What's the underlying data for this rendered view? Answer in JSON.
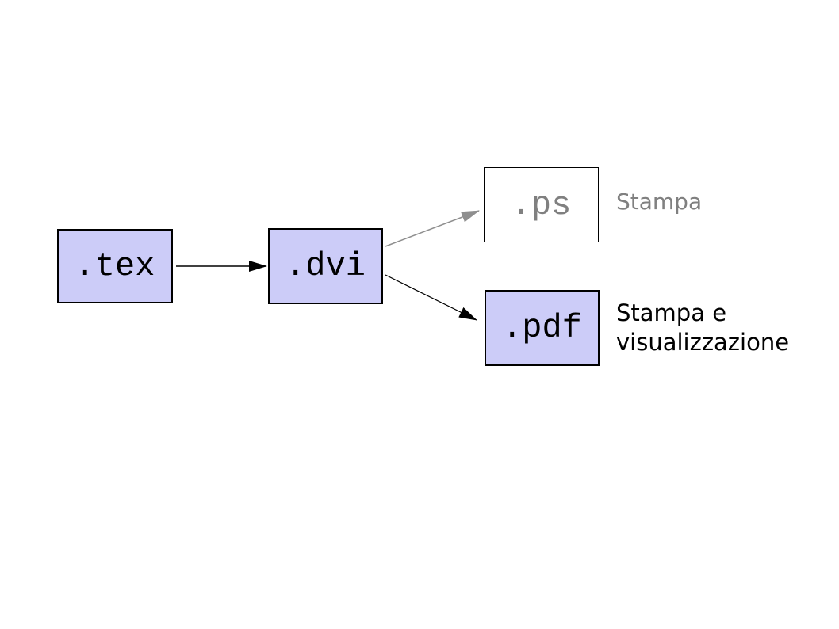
{
  "diagram": {
    "nodes": {
      "tex": {
        "label": ".tex"
      },
      "dvi": {
        "label": ".dvi"
      },
      "ps": {
        "label": ".ps"
      },
      "pdf": {
        "label": ".pdf"
      }
    },
    "labels": {
      "ps_annotation": "Stampa",
      "pdf_annotation_line1": "Stampa e",
      "pdf_annotation_line2": "visualizzazione"
    },
    "edges": [
      {
        "from": "tex",
        "to": "dvi",
        "style": "black"
      },
      {
        "from": "dvi",
        "to": "ps",
        "style": "gray"
      },
      {
        "from": "dvi",
        "to": "pdf",
        "style": "black"
      }
    ],
    "colors": {
      "background": "#ffffff",
      "box_fill": "#ccccf8",
      "box_border": "#000000",
      "box_text": "#000000",
      "muted_text": "#808080",
      "muted_arrow": "#8f8f8f",
      "black_arrow": "#000000"
    }
  }
}
